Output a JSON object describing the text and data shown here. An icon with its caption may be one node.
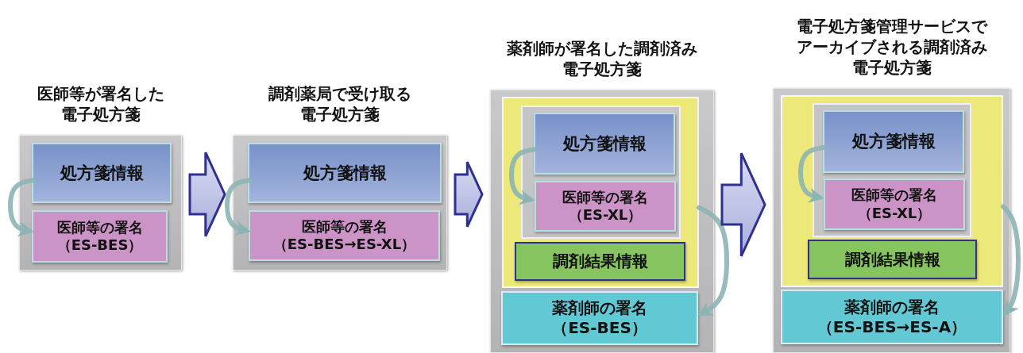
{
  "diagram": {
    "nodes": [
      {
        "text": [
          "医師等が署名した電子処方箋"
        ]
      },
      {
        "text": [
          "処方箋情報"
        ],
        "in": 0
      },
      {
        "text": [
          "医師等の署名（ES-BES）"
        ],
        "in": 0
      },
      {
        "text": [
          "調剤薬局で受け取る電子処方箋"
        ]
      },
      {
        "text": [
          "処方箋情報"
        ],
        "in": 3
      },
      {
        "text": [
          "医師等の署名（ES-BES→ES-XL）"
        ],
        "in": 3
      },
      {
        "text": [
          "薬剤師が署名した調剤済み電子処方箋"
        ]
      },
      {
        "text": [],
        "shape": "box",
        "in": 6
      },
      {
        "text": [],
        "shape": "box",
        "in": 7
      },
      {
        "text": [
          "処方箋情報"
        ],
        "in": 8
      },
      {
        "text": [
          "医師等の署名（ES-XL）"
        ],
        "in": 8
      },
      {
        "text": [
          "調剤結果情報"
        ],
        "in": 7
      },
      {
        "text": [
          "薬剤師の署名（ES-BES）"
        ],
        "in": 6
      },
      {
        "text": [
          "電子処方箋管理サービスでアーカイブされる調剤済み電子処方箋"
        ]
      },
      {
        "text": [],
        "shape": "box",
        "in": 13
      },
      {
        "text": [],
        "shape": "box",
        "in": 14
      },
      {
        "text": [
          "処方箋情報"
        ],
        "in": 15
      },
      {
        "text": [
          "医師等の署名（ES-XL）"
        ],
        "in": 15
      },
      {
        "text": [
          "調剤結果情報"
        ],
        "in": 14
      },
      {
        "text": [
          "薬剤師の署名（ES-BES→ES-A）"
        ],
        "in": 13
      }
    ],
    "edges": [
      {
        "from": 1,
        "to": 2,
        "arrow": "to"
      },
      {
        "from": 0,
        "to": 3,
        "arrow": "to",
        "style": "thick",
        "color": "#2e3192"
      },
      {
        "from": 4,
        "to": 5,
        "arrow": "to"
      },
      {
        "from": 3,
        "to": 6,
        "arrow": "to",
        "style": "thick",
        "color": "#2e3192"
      },
      {
        "from": 9,
        "to": 10,
        "arrow": "to"
      },
      {
        "from": 7,
        "to": 12,
        "arrow": "to"
      },
      {
        "from": 6,
        "to": 13,
        "arrow": "to",
        "style": "thick",
        "color": "#2e3192"
      },
      {
        "from": 16,
        "to": 17,
        "arrow": "to"
      },
      {
        "from": 14,
        "to": 19,
        "arrow": "to"
      }
    ]
  }
}
